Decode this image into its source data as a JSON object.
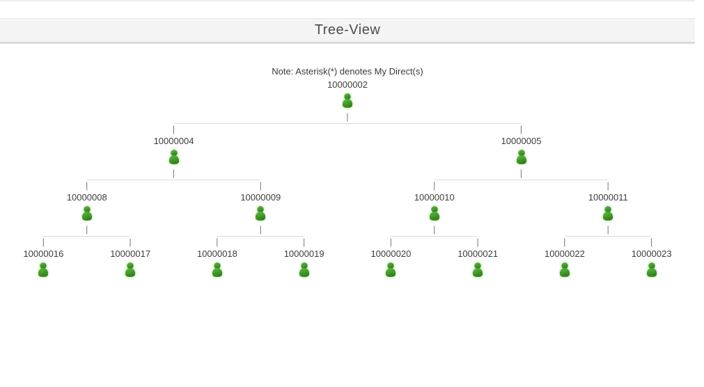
{
  "page": {
    "title": "Tree-View",
    "note": "Note: Asterisk(*) denotes My Direct(s)"
  },
  "connector": {
    "glyph": "|",
    "line_color": "#dcdcdc",
    "tick_color": "#7d7d7d"
  },
  "icon": {
    "name": "person-icon",
    "green_top": "#5fbb45",
    "green_bottom": "#2e8217",
    "glow": "#cdeabd"
  },
  "tree": {
    "id": "10000002",
    "children": [
      {
        "id": "10000004",
        "children": [
          {
            "id": "10000008",
            "children": [
              {
                "id": "10000016"
              },
              {
                "id": "10000017"
              }
            ]
          },
          {
            "id": "10000009",
            "children": [
              {
                "id": "10000018"
              },
              {
                "id": "10000019"
              }
            ]
          }
        ]
      },
      {
        "id": "10000005",
        "children": [
          {
            "id": "10000010",
            "children": [
              {
                "id": "10000020"
              },
              {
                "id": "10000021"
              }
            ]
          },
          {
            "id": "10000011",
            "children": [
              {
                "id": "10000022"
              },
              {
                "id": "10000023"
              }
            ]
          }
        ]
      }
    ]
  }
}
